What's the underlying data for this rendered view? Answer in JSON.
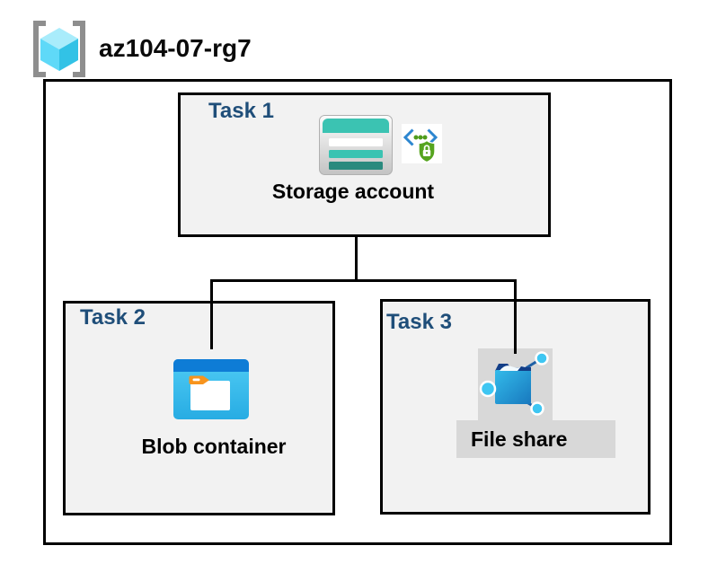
{
  "header": {
    "resource_group_name": "az104-07-rg7",
    "icon": "resource-group-icon"
  },
  "diagram": {
    "container": "resource-group-box",
    "tasks": [
      {
        "label": "Task 1",
        "item": "Storage account",
        "icons": [
          "storage-account-icon",
          "secure-access-icon"
        ]
      },
      {
        "label": "Task 2",
        "item": "Blob container",
        "icons": [
          "blob-container-icon"
        ]
      },
      {
        "label": "Task 3",
        "item": "File share",
        "icons": [
          "file-share-icon"
        ]
      }
    ],
    "connections": [
      {
        "from": "Storage account",
        "to": "Blob container"
      },
      {
        "from": "Storage account",
        "to": "File share"
      }
    ]
  },
  "colors": {
    "task_label": "#1F4E79",
    "task_box_fill": "#F2F2F2",
    "outer_box_fill": "#FFFFFF",
    "border": "#000000",
    "file_share_highlight": "#D8D8D8",
    "storage_teal": "#3BC3B2",
    "storage_teal_dark": "#2A8A7E",
    "blob_top_blue": "#0E7CD6",
    "blob_body_blue": "#35BCEC",
    "folder_orange": "#F7941E",
    "shield_green": "#56A41F",
    "chevron_blue": "#2C86D0",
    "cube_cyan": "#5FD9F8",
    "bracket_gray": "#8E8E8E"
  }
}
